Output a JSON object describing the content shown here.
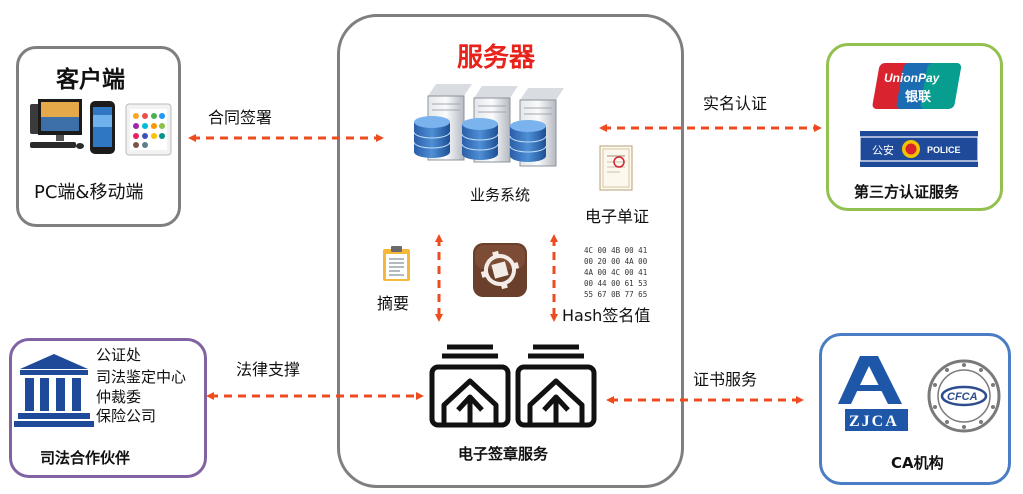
{
  "server": {
    "title": "服务器",
    "business_system": "业务系统",
    "e_certificate": "电子单证",
    "digest": "摘要",
    "hash_value": "Hash签名值",
    "hex_rows": [
      "4C 00 4B 00 41",
      "00 20 00 4A 00",
      "4A 00 4C 00 41",
      "00 44 00 61 53",
      "55 67 0B 77 65"
    ],
    "e_seal_service": "电子签章服务"
  },
  "client": {
    "title": "客户端",
    "subtitle": "PC端&移动端"
  },
  "third_party": {
    "title": "第三方认证服务",
    "unionpay_top": "UnionPay",
    "unionpay_bottom": "银联",
    "police_left": "公安",
    "police_right": "POLICE"
  },
  "judicial": {
    "title": "司法合作伙伴",
    "items": [
      "公证处",
      "司法鉴定中心",
      "仲裁委",
      "保险公司"
    ]
  },
  "ca": {
    "title": "CA机构",
    "zjca": "ZJCA",
    "cfca": "CFCA"
  },
  "connections": {
    "contract_signing": "合同签署",
    "real_name_auth": "实名认证",
    "legal_support": "法律支撑",
    "certificate_service": "证书服务"
  },
  "colors": {
    "arrow": "#ee4b1f",
    "server_title": "#e8231b",
    "client_border": "#7f7f7f",
    "server_border": "#7f7f7f",
    "third_party_border": "#92c14f",
    "judicial_border": "#8163a4",
    "ca_border": "#4a7dc3",
    "unionpay_red": "#d9232e",
    "unionpay_blue": "#1a6db3",
    "unionpay_green": "#079d8f",
    "police_blue": "#1f4a9a",
    "ca_blue": "#1f57a8"
  }
}
